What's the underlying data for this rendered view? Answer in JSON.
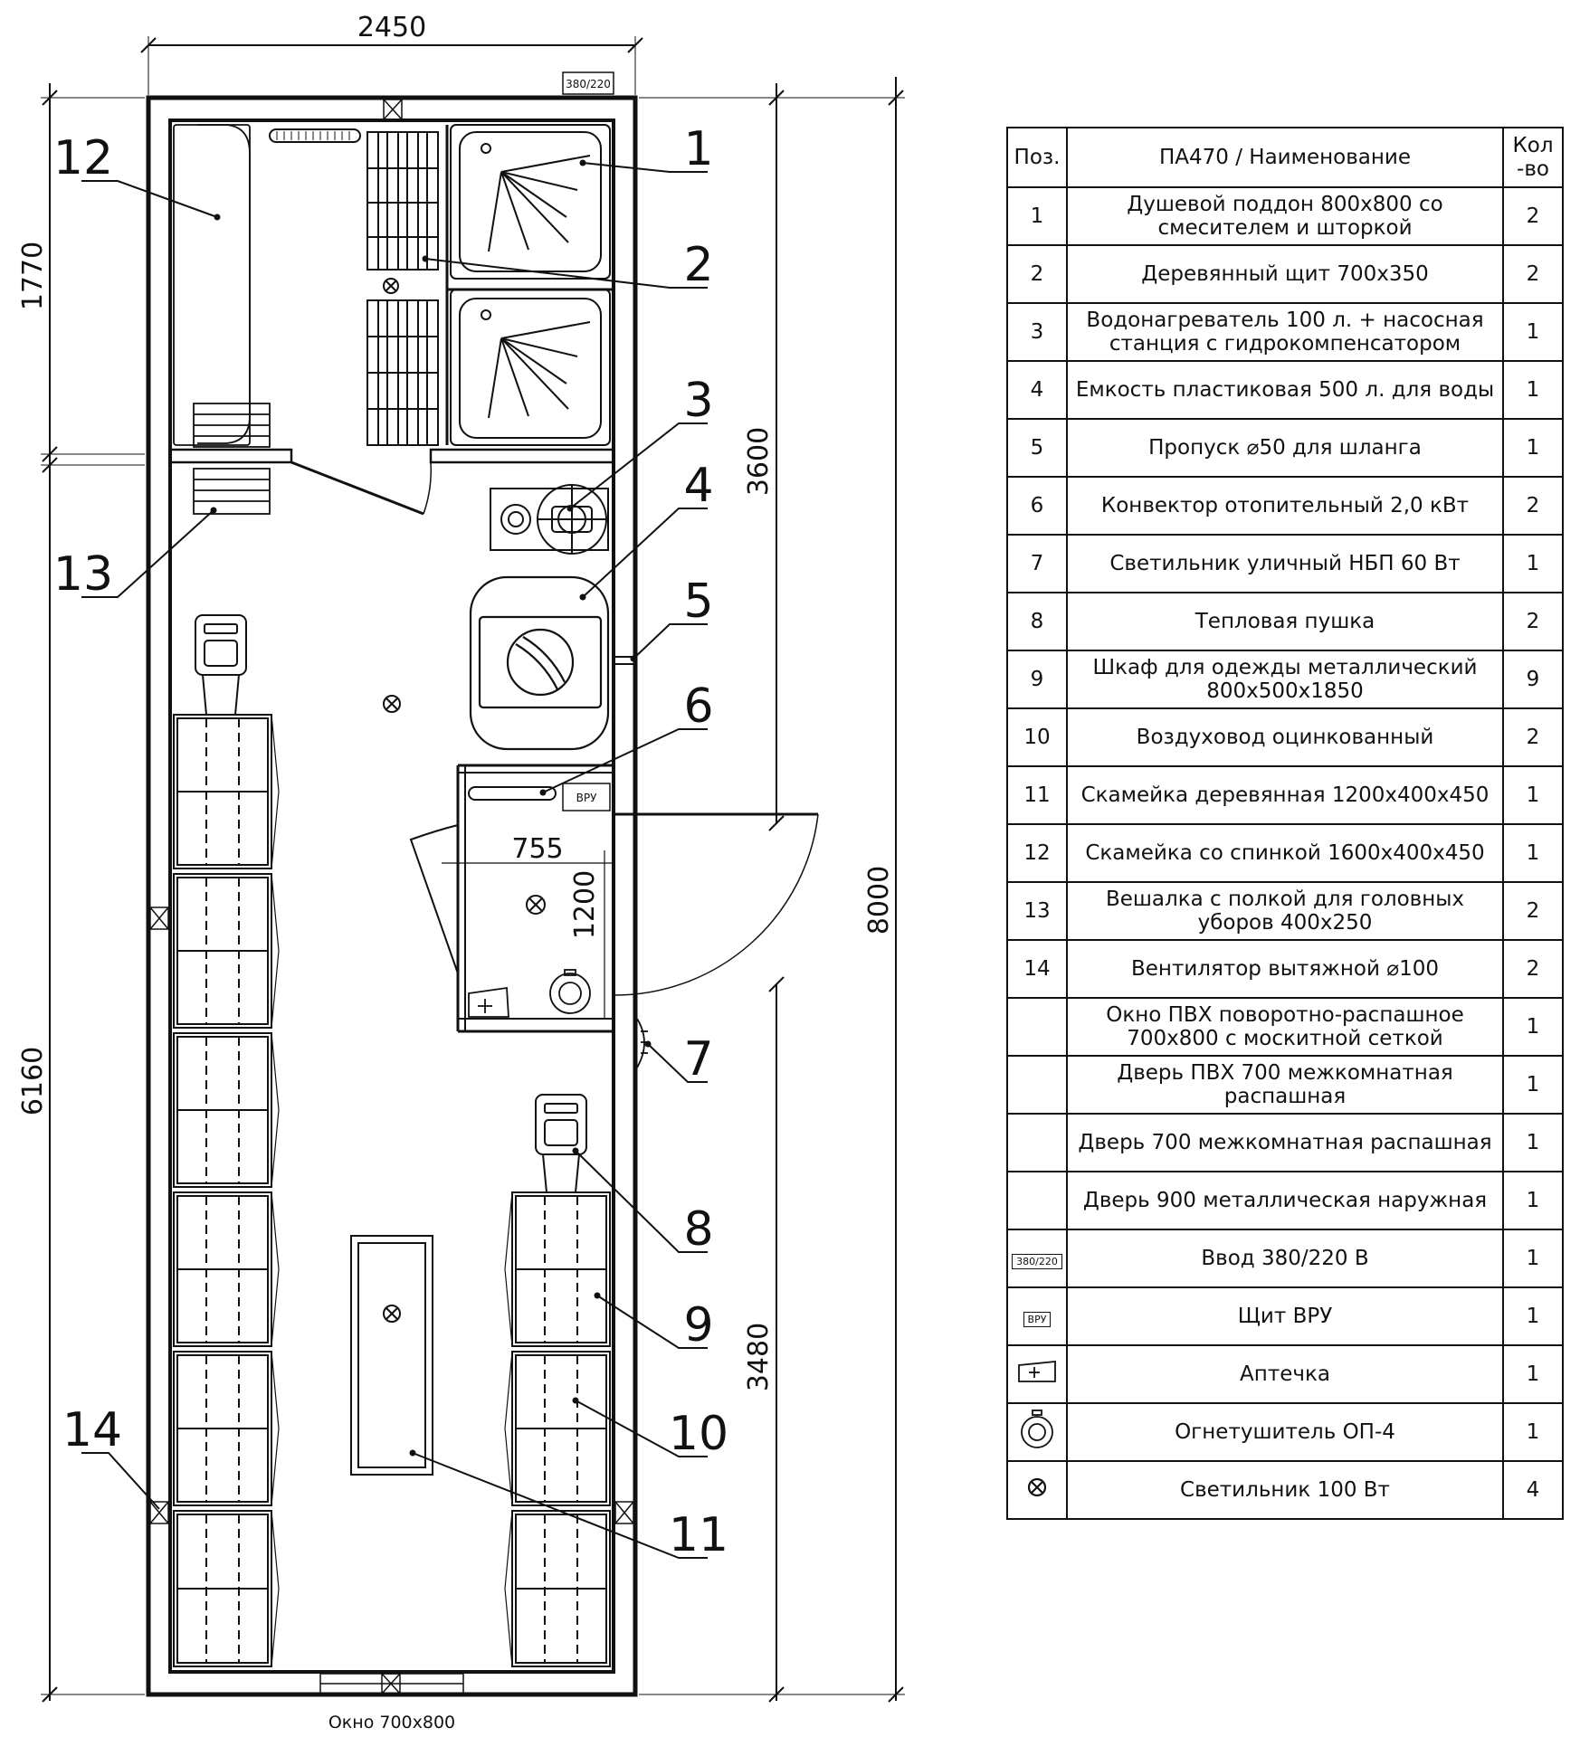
{
  "dimensions": {
    "width_total": "2450",
    "length_total": "8000",
    "left_upper": "1770",
    "left_lower": "6160",
    "right_upper": "3600",
    "right_lower": "3480",
    "tambour_width": "755",
    "tambour_length": "1200"
  },
  "window_label": "Окно 700х800",
  "tag_power": "380/220",
  "tag_vru": "ВРУ",
  "position_labels": [
    "1",
    "2",
    "3",
    "4",
    "5",
    "6",
    "7",
    "8",
    "9",
    "10",
    "11",
    "12",
    "13",
    "14"
  ],
  "table": {
    "headers": {
      "pos": "Поз.",
      "name": "ПА470 / Наименование",
      "qty": "Кол -во"
    },
    "rows": [
      {
        "pos": "1",
        "name": "Душевой поддон 800х800 со смесителем и шторкой",
        "qty": "2"
      },
      {
        "pos": "2",
        "name": "Деревянный щит 700х350",
        "qty": "2"
      },
      {
        "pos": "3",
        "name": "Водонагреватель 100 л. + насосная станция с гидрокомпенсатором",
        "qty": "1"
      },
      {
        "pos": "4",
        "name": "Емкость пластиковая 500 л. для воды",
        "qty": "1"
      },
      {
        "pos": "5",
        "name": "Пропуск ⌀50 для шланга",
        "qty": "1"
      },
      {
        "pos": "6",
        "name": "Конвектор отопительный 2,0 кВт",
        "qty": "2"
      },
      {
        "pos": "7",
        "name": "Светильник уличный НБП 60 Вт",
        "qty": "1"
      },
      {
        "pos": "8",
        "name": "Тепловая пушка",
        "qty": "2"
      },
      {
        "pos": "9",
        "name": "Шкаф для одежды металлический 800х500х1850",
        "qty": "9"
      },
      {
        "pos": "10",
        "name": "Воздуховод оцинкованный",
        "qty": "2"
      },
      {
        "pos": "11",
        "name": "Скамейка деревянная 1200х400х450",
        "qty": "1"
      },
      {
        "pos": "12",
        "name": "Скамейка со спинкой 1600х400х450",
        "qty": "1"
      },
      {
        "pos": "13",
        "name": "Вешалка с полкой для головных уборов 400х250",
        "qty": "2"
      },
      {
        "pos": "14",
        "name": "Вентилятор вытяжной ⌀100",
        "qty": "2"
      },
      {
        "pos": "",
        "name": "Окно ПВХ поворотно-распашное 700х800 с москитной сеткой",
        "qty": "1"
      },
      {
        "pos": "",
        "name": "Дверь ПВХ 700 межкомнатная распашная",
        "qty": "1"
      },
      {
        "pos": "",
        "name": "Дверь 700 межкомнатная распашная",
        "qty": "1"
      },
      {
        "pos": "",
        "name": "Дверь 900 металлическая наружная",
        "qty": "1"
      },
      {
        "pos": "380/220",
        "name": "Ввод 380/220 В",
        "qty": "1",
        "symbol": "power-input-tag"
      },
      {
        "pos": "ВРУ",
        "name": "Щит ВРУ",
        "qty": "1",
        "symbol": "vru-tag"
      },
      {
        "pos": "",
        "name": "Аптечка",
        "qty": "1",
        "symbol": "first-aid-kit-icon"
      },
      {
        "pos": "",
        "name": "Огнетушитель ОП-4",
        "qty": "1",
        "symbol": "fire-extinguisher-icon"
      },
      {
        "pos": "",
        "name": "Светильник 100 Вт",
        "qty": "4",
        "symbol": "ceiling-lamp-icon"
      }
    ]
  }
}
